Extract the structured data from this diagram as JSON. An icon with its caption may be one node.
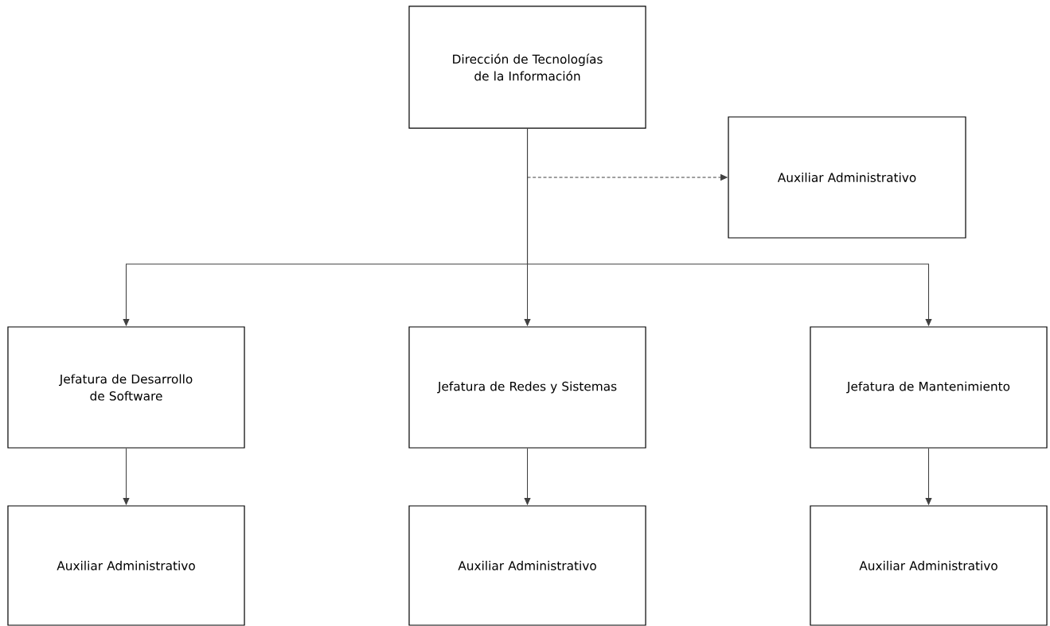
{
  "diagram": {
    "nodes": [
      {
        "text": [
          "Dirección de Tecnologías de la Información"
        ]
      },
      {
        "text": [
          "Auxiliar Administrativo"
        ]
      },
      {
        "text": [
          "Jefatura de Desarrollo de Software"
        ]
      },
      {
        "text": [
          "Jefatura de Redes y Sistemas"
        ]
      },
      {
        "text": [
          "Jefatura de Mantenimiento"
        ]
      },
      {
        "text": [
          "Auxiliar Administrativo"
        ]
      },
      {
        "text": [
          "Auxiliar Administrativo"
        ]
      },
      {
        "text": [
          "Auxiliar Administrativo"
        ]
      }
    ],
    "edges": [
      {
        "from": 0,
        "to": 1,
        "arrow": "to",
        "style": "dashed"
      },
      {
        "from": 0,
        "to": 2,
        "arrow": "to"
      },
      {
        "from": 0,
        "to": 3,
        "arrow": "to"
      },
      {
        "from": 0,
        "to": 4,
        "arrow": "to"
      },
      {
        "from": 2,
        "to": 5,
        "arrow": "to"
      },
      {
        "from": 3,
        "to": 6,
        "arrow": "to"
      },
      {
        "from": 4,
        "to": 7,
        "arrow": "to"
      }
    ]
  }
}
